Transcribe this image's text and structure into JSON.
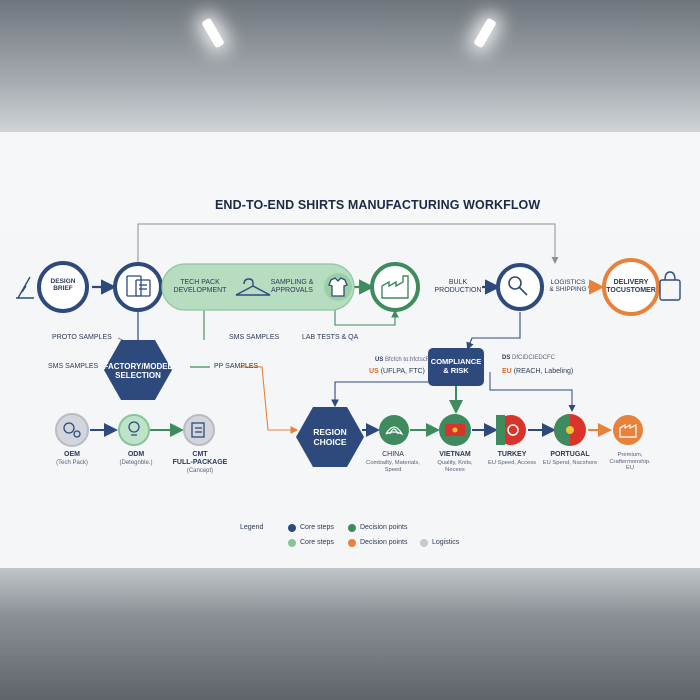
{
  "title": "END-TO-END SHIRTS MANUFACTURING WORKFLOW",
  "nodes": {
    "design_brief": "DESIGN\nBRIEF",
    "tech_pack": "TECH PACK\nDEVELOPMENT",
    "sampling": "SAMPLING &\nAPPROVALS",
    "bulk": "BULK\nPRODUCTION",
    "logistics": "LOGISTICS\n& SHIPPING",
    "delivery": "DELIVERY\nTOCUSTOMER",
    "factory": "FACTORY/MODEL\nSELECTION",
    "compliance": "COMPLIANCE\n& RISK",
    "region": "REGION\nCHOICE"
  },
  "side_labels": {
    "proto": "PROTO SAMPLES",
    "sms_left": "SMS SAMPLES",
    "sms_mid": "SMS SAMPLES",
    "pp": "PP SAMPLES",
    "lab": "LAB TESTS & QA"
  },
  "compliance_notes": {
    "us_head": "US",
    "us_head_rest": "Bfcfch to:hfctscF",
    "us_line_a": "US",
    "us_line_b": "(UFLPA, FTC)",
    "eu_head": "DS",
    "eu_head_rest": "DfCIDCIEDCFC",
    "eu_line_a": "EU",
    "eu_line_b": "(REACH, Labeling)"
  },
  "models": [
    {
      "name": "OEM",
      "sub": "(Tech Pack)",
      "icon": "gears-icon"
    },
    {
      "name": "ODM",
      "sub": "(Detegnble.)",
      "icon": "lightbulb-icon"
    },
    {
      "name": "CMT\nFULL-PACKAGE",
      "sub": "(Cancept)",
      "icon": "document-icon"
    }
  ],
  "regions": [
    {
      "name": "CHINA",
      "sub": "Combailty, Materials,\nSpeed",
      "icon": "lotus-icon"
    },
    {
      "name": "VIETNAM",
      "sub": "Quality, Knits,\nNecees",
      "icon": "vietnam-flag-icon"
    },
    {
      "name": "TURKEY",
      "sub": "EU Speed, Access",
      "icon": "turkey-flag-icon"
    },
    {
      "name": "PORTUGAL",
      "sub": "EU Spend, Nacshore",
      "icon": "portugal-flag-icon"
    },
    {
      "name": "",
      "sub": "Premium,\nCraftermonship.\nEU",
      "icon": "factory-icon"
    }
  ],
  "legend": {
    "title": "Legend",
    "items": [
      {
        "label": "Core steps",
        "color": "#2e4a7d"
      },
      {
        "label": "Decision points",
        "color": "#3f8a5e"
      },
      {
        "label": "Core steps",
        "color": "#86c49a"
      },
      {
        "label": "Decision points",
        "color": "#e8823a"
      },
      {
        "label": "Logistics",
        "color": "#c6c9cf"
      }
    ]
  },
  "colors": {
    "navy": "#2e4a7d",
    "green": "#3f8a5e",
    "light_green": "#9ccfa8",
    "orange": "#e8823a",
    "grey": "#c6c9cf"
  }
}
